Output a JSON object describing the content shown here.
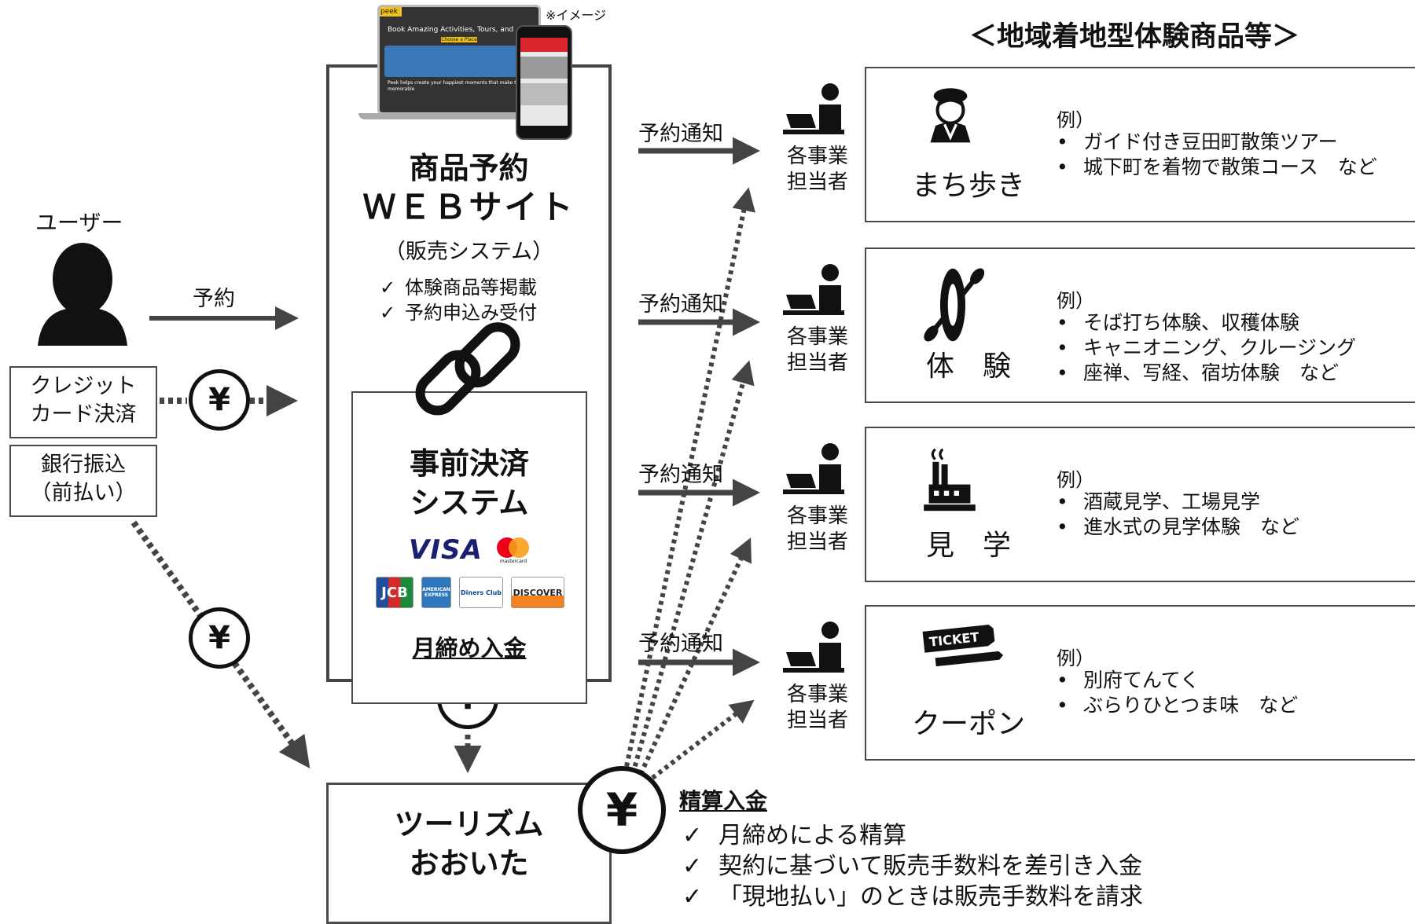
{
  "title": "＜地域着地型体験商品等＞",
  "image_note": "※イメージ",
  "user": {
    "label": "ユーザー"
  },
  "payment_methods": {
    "credit": [
      "クレジット",
      "カード決済"
    ],
    "bank": [
      "銀行振込",
      "（前払い）"
    ]
  },
  "reserve_label": "予約",
  "yen_symbol": "¥",
  "web_site": {
    "title_line1": "商品予約",
    "title_line2": "ＷＥＢサイト",
    "subtitle": "（販売システム）",
    "check_mark": "✓",
    "checks": [
      "体験商品等掲載",
      "予約申込み受付"
    ]
  },
  "screen_mock": {
    "brand": "peek",
    "headline": "Book Amazing Activities, Tours, and",
    "cta": "Choose a Place",
    "caption": "Peek helps create your happiest moments that make travel memorable"
  },
  "prepay_system": {
    "title_line1": "事前決済",
    "title_line2": "システム",
    "cards": {
      "visa": "VISA",
      "mastercard": "mastercard",
      "jcb": "JCB",
      "amex": "AMERICAN EXPRESS",
      "diners": "Diners Club",
      "discover": "DISCOVER"
    },
    "monthly": "月締め入金"
  },
  "tourism": {
    "name_line1": "ツーリズム",
    "name_line2": "おおいた"
  },
  "settlement": {
    "title": "精算入金",
    "checks": [
      "月締めによる精算",
      "契約に基づいて販売手数料を差引き入金",
      "「現地払い」のときは販売手数料を請求"
    ]
  },
  "notification_label": "予約通知",
  "staff_label": [
    "各事業",
    "担当者"
  ],
  "categories": [
    {
      "name": "まち歩き",
      "example_label": "例）",
      "items": [
        "ガイド付き豆田町散策ツアー",
        "城下町を着物で散策コース　など"
      ],
      "icon": "woman-kimono-icon"
    },
    {
      "name": "体　験",
      "example_label": "例）",
      "items": [
        "そば打ち体験、収穫体験",
        "キャニオニング、クルージング",
        "座禅、写経、宿坊体験　など"
      ],
      "icon": "canoe-paddle-icon"
    },
    {
      "name": "見　学",
      "example_label": "例）",
      "items": [
        "酒蔵見学、工場見学",
        "進水式の見学体験　など"
      ],
      "icon": "factory-icon"
    },
    {
      "name": "クーポン",
      "example_label": "例）",
      "items": [
        "別府てんてく",
        "ぶらりひとつま味　など"
      ],
      "icon": "ticket-icon"
    }
  ]
}
